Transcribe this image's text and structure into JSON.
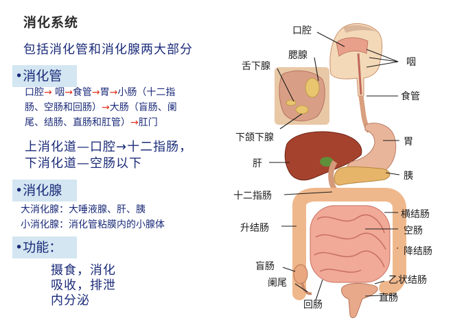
{
  "title": "消化系统",
  "subtitle": "包括消化管和消化腺两大部分",
  "sections": {
    "tract": {
      "heading": "•消化管",
      "path_segments": [
        {
          "text": "口腔",
          "arrow": "→"
        },
        {
          "text": " 咽",
          "arrow": "→"
        },
        {
          "text": "食管",
          "arrow": "→"
        },
        {
          "text": "胃",
          "arrow": "→"
        },
        {
          "text": "小肠（十二指",
          "arrow": ""
        }
      ],
      "path_line2": "肠、空肠和回肠）",
      "path_line2_arrow": "→",
      "path_line2_tail": "大肠（盲肠、阑",
      "path_line3": "尾、结肠、直肠和肛管）",
      "path_line3_arrow": "→",
      "path_line3_tail": "肛门",
      "upper": "上消化道—口腔→十二指肠，",
      "lower": "下消化道—空肠以下"
    },
    "glands": {
      "heading": "•消化腺",
      "major": "大消化腺：大唾液腺、肝、胰",
      "minor": "小消化腺：消化管粘膜内的小腺体"
    },
    "function": {
      "heading": "•功能：",
      "lines": [
        "摄食，消化",
        "吸收，排泄",
        "内分泌"
      ]
    }
  },
  "diagram_labels": {
    "oral_cavity": "口腔",
    "parotid": "腮腺",
    "sublingual": "舌下腺",
    "pharynx": "咽",
    "esophagus": "食管",
    "submandibular": "下颌下腺",
    "stomach": "胃",
    "liver": "肝",
    "pancreas": "胰",
    "duodenum": "十二指肠",
    "transverse_colon": "横结肠",
    "ascending_colon": "升结肠",
    "jejunum": "空肠",
    "descending_colon": "降结肠",
    "cecum": "盲肠",
    "sigmoid_colon": "乙状结肠",
    "appendix": "阑尾",
    "rectum": "直肠",
    "ileum": "回肠"
  },
  "colors": {
    "section_bg": "#d3e6f2",
    "text_blue": "#1a2a78",
    "arrow_red": "#e0301e"
  }
}
